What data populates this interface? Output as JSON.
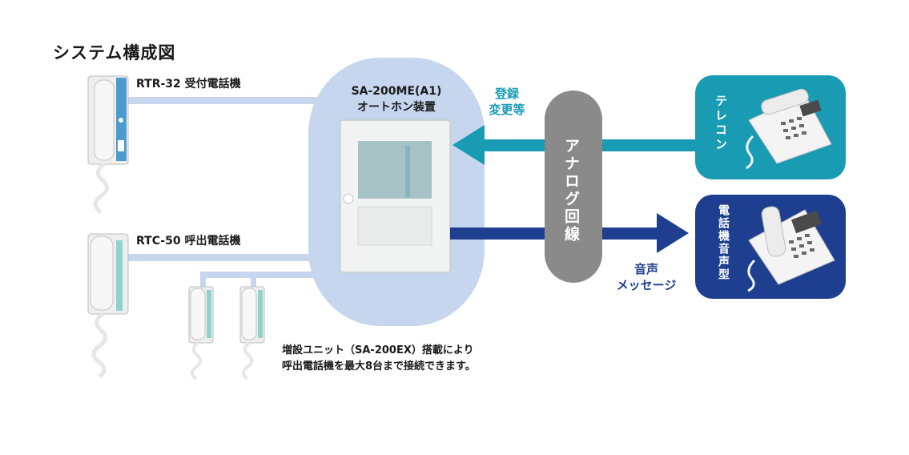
{
  "title": "システム構成図",
  "devices": {
    "rtr32": "RTR-32 受付電話機",
    "rtc50": "RTC-50 呼出電話機",
    "main_unit_model": "SA-200ME(A1)",
    "main_unit_name": "オートホン装置",
    "teleconn": "テレコン",
    "voice_phone": "電話機音声型"
  },
  "line_label": "アナログ回線",
  "arrows": {
    "registration_line1": "登録",
    "registration_line2": "変更等",
    "voice_line1": "音声",
    "voice_line2": "メッセージ"
  },
  "note": {
    "line1": "増設ユニット（SA-200EX）搭載により",
    "line2": "呼出電話機を最大8台まで接続できます。"
  },
  "colors": {
    "light_blue": "#c5d6ee",
    "teal": "#1a9bb4",
    "navy": "#1e3f8f",
    "gray": "#8a8a8a"
  },
  "icons": [
    "intercom-handset-icon",
    "telephone-icon",
    "office-phone-icon",
    "arrow-left-icon",
    "arrow-right-icon"
  ]
}
